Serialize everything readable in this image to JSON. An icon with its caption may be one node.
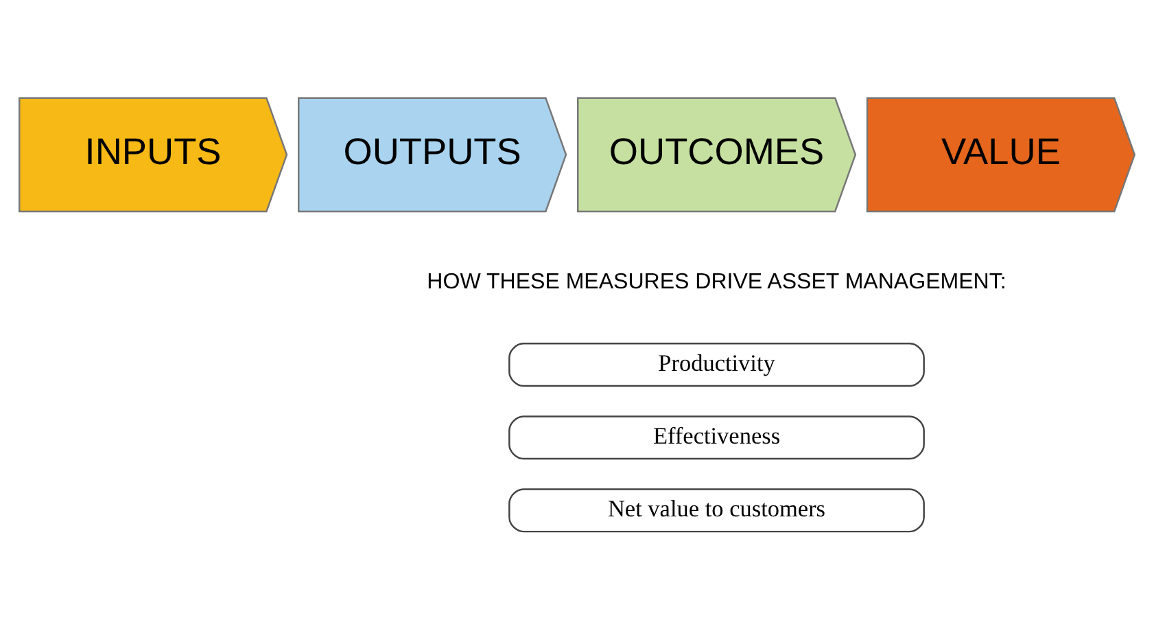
{
  "diagram": {
    "nodes": [
      {
        "text": [
          "INPUTS"
        ]
      },
      {
        "text": [
          "OUTPUTS"
        ]
      },
      {
        "text": [
          "OUTCOMES"
        ]
      },
      {
        "text": [
          "VALUE"
        ]
      },
      {
        "text": [
          "Productivity"
        ]
      },
      {
        "text": [
          "Effectiveness"
        ]
      },
      {
        "text": [
          "Net value to customers"
        ]
      }
    ],
    "edges": [],
    "labels": [
      "HOW THESE MEASURES DRIVE ASSET MANAGEMENT:"
    ]
  }
}
